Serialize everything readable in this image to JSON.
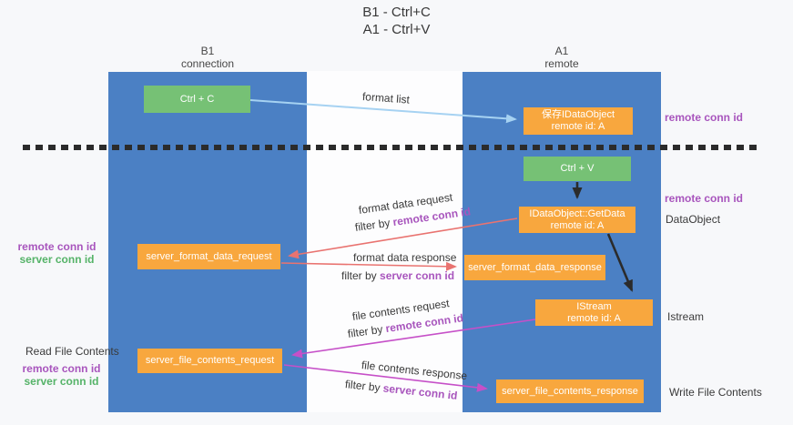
{
  "title": {
    "line1": "B1 - Ctrl+C",
    "line2": "A1 - Ctrl+V"
  },
  "lanes": {
    "left": {
      "name": "B1",
      "role": "connection"
    },
    "right": {
      "name": "A1",
      "role": "remote"
    }
  },
  "nodes": {
    "ctrl_c": {
      "label": "Ctrl + C"
    },
    "ctrl_v": {
      "label": "Ctrl + V"
    },
    "save_idataobject": {
      "line1": "保存IDataObject",
      "line2": "remote id: A"
    },
    "getdata": {
      "line1": "IDataObject::GetData",
      "line2": "remote id: A"
    },
    "istream": {
      "line1": "IStream",
      "line2": "remote id: A"
    },
    "format_request": {
      "label": "server_format_data_request"
    },
    "format_response": {
      "label": "server_format_data_response"
    },
    "file_request": {
      "label": "server_file_contents_request"
    },
    "file_response": {
      "label": "server_file_contents_response"
    }
  },
  "edges": {
    "format_list": "format list",
    "format_data_request": "format data request",
    "format_data_response": "format data response",
    "file_contents_request": "file contents request",
    "file_contents_response": "file contents response",
    "filter_by": "filter by",
    "remote_conn_id": "remote conn id",
    "server_conn_id": "server conn id"
  },
  "annotations": {
    "remote_conn_id": "remote conn id",
    "server_conn_id": "server conn id",
    "dataobject": "DataObject",
    "istream": "Istream",
    "read_file_contents": "Read File Contents",
    "write_file_contents": "Write File Contents"
  },
  "colors": {
    "lane_blue": "#4b80c4",
    "node_orange": "#f8a73e",
    "node_green": "#76c175",
    "arrow_light_blue": "#a6d2f2",
    "arrow_red": "#e97370",
    "arrow_magenta": "#c650c8",
    "arrow_black": "#2b2b2b",
    "text_purple": "#a855bd",
    "text_green": "#55b368"
  }
}
